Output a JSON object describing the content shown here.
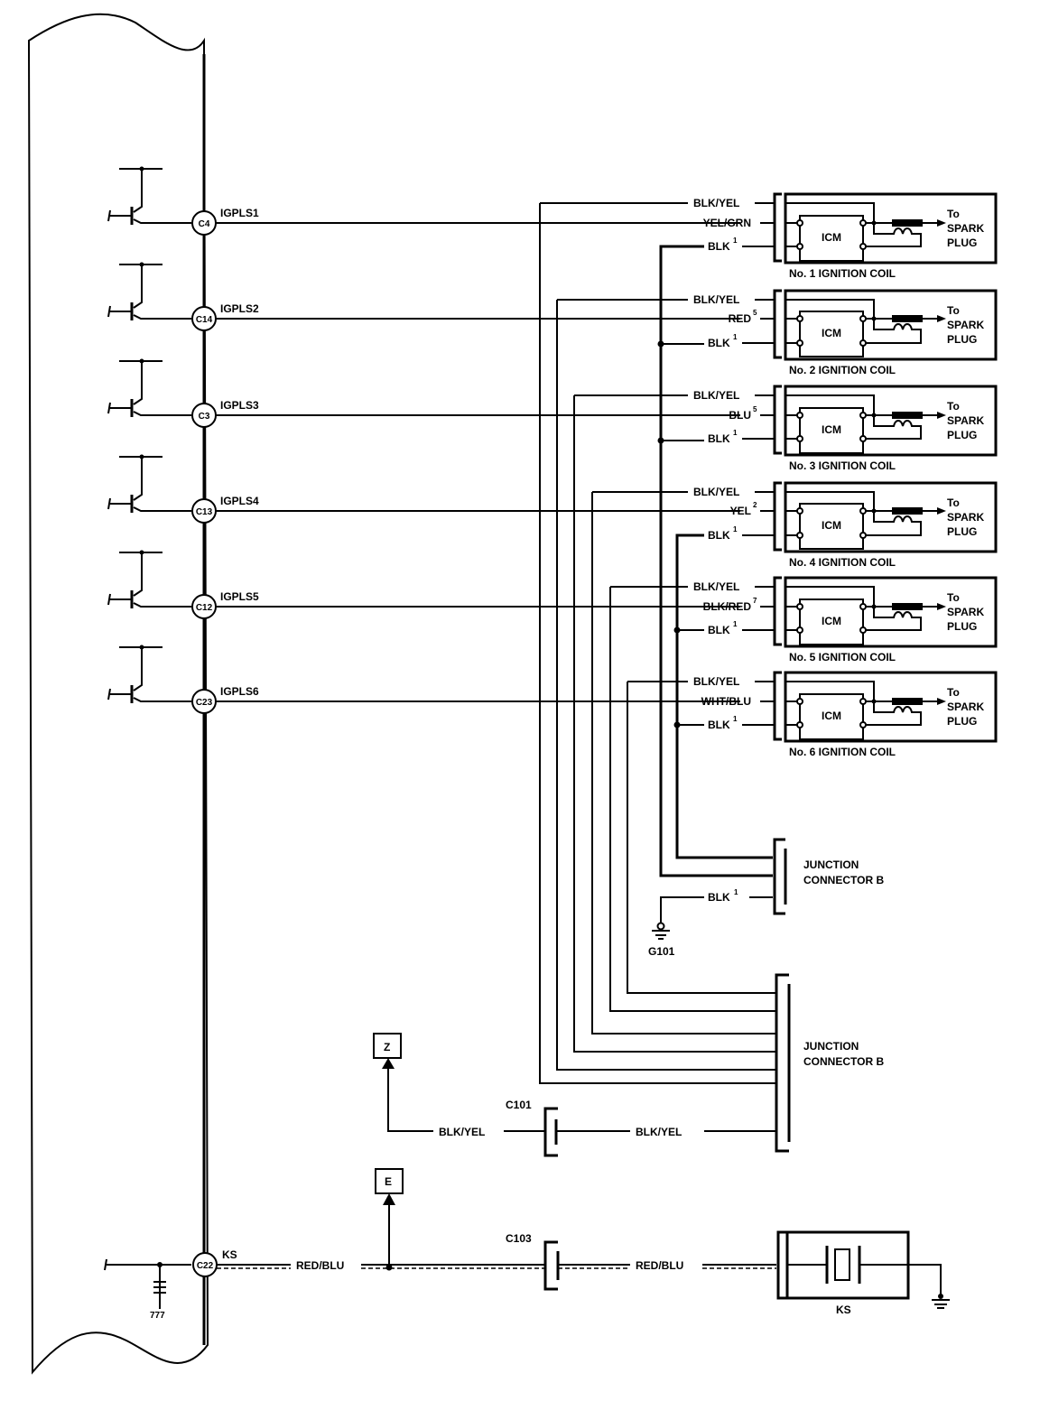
{
  "diagram": {
    "colors": {
      "ink": "#000000",
      "paper": "#ffffff"
    },
    "ecm_pins": [
      {
        "pin": "C4",
        "signal": "IGPLS1"
      },
      {
        "pin": "C14",
        "signal": "IGPLS2"
      },
      {
        "pin": "C3",
        "signal": "IGPLS3"
      },
      {
        "pin": "C13",
        "signal": "IGPLS4"
      },
      {
        "pin": "C12",
        "signal": "IGPLS5"
      },
      {
        "pin": "C23",
        "signal": "IGPLS6"
      }
    ],
    "knock_pin": {
      "pin": "C22",
      "signal": "KS"
    },
    "coils": [
      {
        "title": "No. 1 IGNITION COIL",
        "power_wire": "BLK/YEL",
        "signal_wire": "YEL/GRN",
        "signal_sup": "",
        "ground_wire": "BLK",
        "ground_sup": "1",
        "icm": "ICM",
        "output": [
          "To",
          "SPARK",
          "PLUG"
        ]
      },
      {
        "title": "No. 2 IGNITION COIL",
        "power_wire": "BLK/YEL",
        "signal_wire": "RED",
        "signal_sup": "5",
        "ground_wire": "BLK",
        "ground_sup": "1",
        "icm": "ICM",
        "output": [
          "To",
          "SPARK",
          "PLUG"
        ]
      },
      {
        "title": "No. 3 IGNITION COIL",
        "power_wire": "BLK/YEL",
        "signal_wire": "BLU",
        "signal_sup": "5",
        "ground_wire": "BLK",
        "ground_sup": "1",
        "icm": "ICM",
        "output": [
          "To",
          "SPARK",
          "PLUG"
        ]
      },
      {
        "title": "No. 4 IGNITION COIL",
        "power_wire": "BLK/YEL",
        "signal_wire": "YEL",
        "signal_sup": "2",
        "ground_wire": "BLK",
        "ground_sup": "1",
        "icm": "ICM",
        "output": [
          "To",
          "SPARK",
          "PLUG"
        ]
      },
      {
        "title": "No. 5 IGNITION COIL",
        "power_wire": "BLK/YEL",
        "signal_wire": "BLK/RED",
        "signal_sup": "7",
        "ground_wire": "BLK",
        "ground_sup": "1",
        "icm": "ICM",
        "output": [
          "To",
          "SPARK",
          "PLUG"
        ]
      },
      {
        "title": "No. 6 IGNITION COIL",
        "power_wire": "BLK/YEL",
        "signal_wire": "WHT/BLU",
        "signal_sup": "",
        "ground_wire": "BLK",
        "ground_sup": "1",
        "icm": "ICM",
        "output": [
          "To",
          "SPARK",
          "PLUG"
        ]
      }
    ],
    "junction_ground": {
      "label_1": "JUNCTION",
      "label_2": "CONNECTOR B",
      "ground_wire": "BLK",
      "ground_sup": "1",
      "ground_point": "G101"
    },
    "junction_power": {
      "label_1": "JUNCTION",
      "label_2": "CONNECTOR B"
    },
    "power_feed": {
      "connector": "C101",
      "wire_left": "BLK/YEL",
      "wire_right": "BLK/YEL",
      "destination": "Z"
    },
    "knock_circuit": {
      "connector": "C103",
      "wire_left": "RED/BLU",
      "wire_right": "RED/BLU",
      "branch": "E",
      "sensor": "KS"
    }
  }
}
